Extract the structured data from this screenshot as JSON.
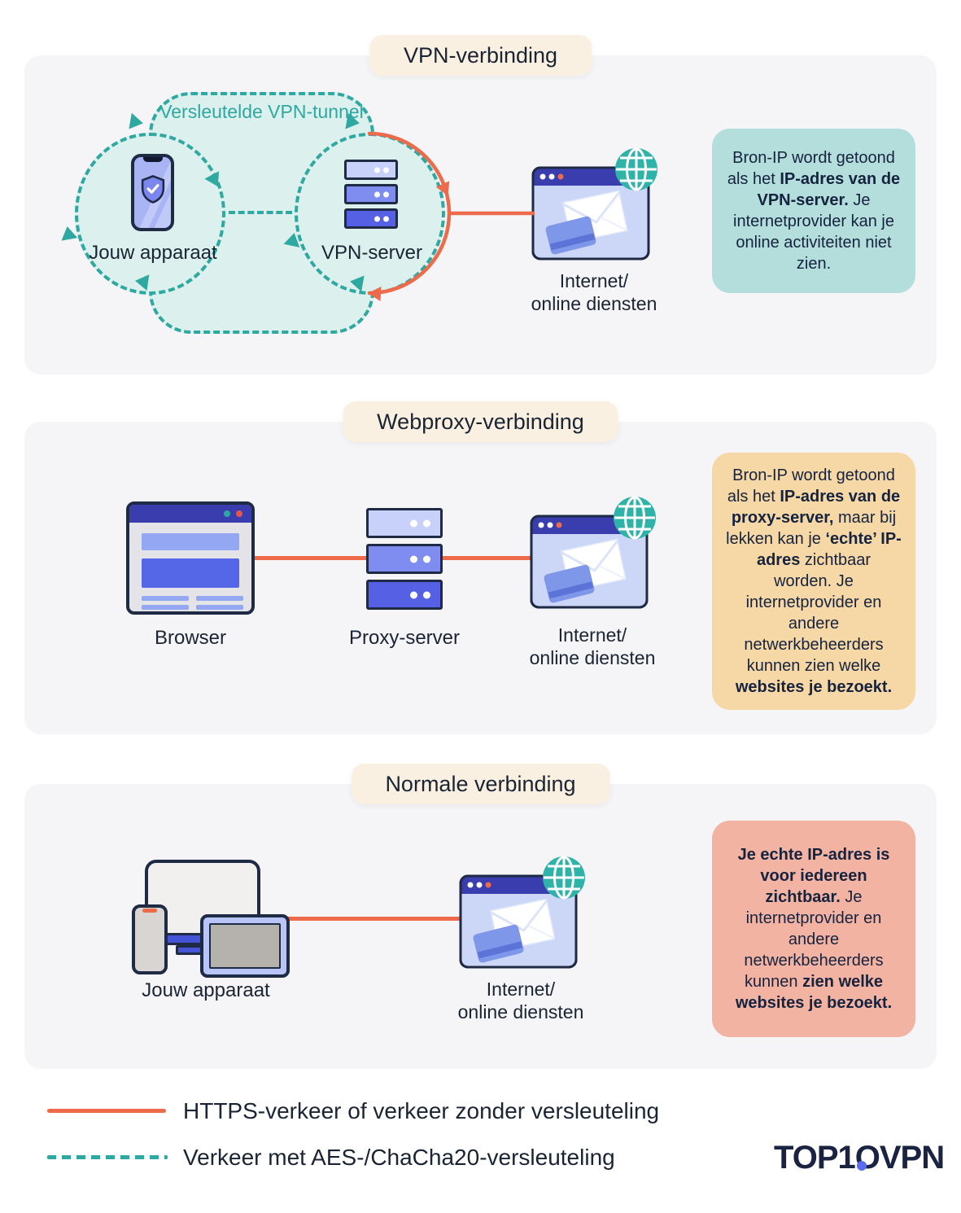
{
  "colors": {
    "accent_orange": "#ED6A4A",
    "teal": "#2EA8A0",
    "mint_tunnel_fill": "#DCF0ED",
    "title_pill_cream": "#FAF0E1",
    "panel_gray": "#F5F4F6",
    "text_navy": "#1A2433",
    "outline_navy": "#1F2A44",
    "callout_teal": "#B3DEDC",
    "callout_orange": "#F6D7A6",
    "callout_pink": "#F2B3A3",
    "server_blue_light": "#C7D1F9",
    "server_blue_mid": "#7E8DEF",
    "server_blue_dark": "#5560E5",
    "globe_teal": "#2FB3A8",
    "logo_navy": "#1A2342",
    "logo_dot_blue": "#5B6CF0"
  },
  "sections": [
    {
      "title": "VPN-verbinding",
      "tunnel_label": "Versleutelde VPN-tunnel",
      "device_label": "Jouw apparaat",
      "server_label": "VPN-server",
      "internet_line1": "Internet/",
      "internet_line2": "online diensten",
      "callout_runs": [
        {
          "t": "Bron-IP wordt getoond als het "
        },
        {
          "t": "IP-adres van de VPN-server.",
          "b": true
        },
        {
          "t": " Je internetprovider kan je online activiteiten niet zien."
        }
      ]
    },
    {
      "title": "Webproxy-verbinding",
      "browser_label": "Browser",
      "server_label": "Proxy-server",
      "internet_line1": "Internet/",
      "internet_line2": "online diensten",
      "callout_runs": [
        {
          "t": "Bron-IP wordt getoond als het "
        },
        {
          "t": "IP-adres van de proxy-server,",
          "b": true
        },
        {
          "t": " maar bij lekken kan je "
        },
        {
          "t": "‘echte’ IP-adres",
          "b": true
        },
        {
          "t": " zichtbaar worden. Je internetprovider en andere netwerkbeheerders kunnen zien welke "
        },
        {
          "t": "websites je bezoekt.",
          "b": true
        }
      ]
    },
    {
      "title": "Normale verbinding",
      "device_label": "Jouw apparaat",
      "internet_line1": "Internet/",
      "internet_line2": "online diensten",
      "callout_runs": [
        {
          "t": "Je echte IP-adres is voor iedereen zichtbaar.",
          "b": true
        },
        {
          "t": " Je internetprovider en andere netwerkbeheerders kunnen "
        },
        {
          "t": "zien welke websites je bezoekt.",
          "b": true
        }
      ]
    }
  ],
  "legend": {
    "items": [
      {
        "label": "HTTPS-verkeer of verkeer zonder versleuteling",
        "line_style": "solid-orange"
      },
      {
        "label": "Verkeer met AES-/ChaCha20-versleuteling",
        "line_style": "dashed-teal"
      }
    ]
  },
  "logo": {
    "t1": "TOP1",
    "o": "O",
    "t2": "VPN"
  }
}
